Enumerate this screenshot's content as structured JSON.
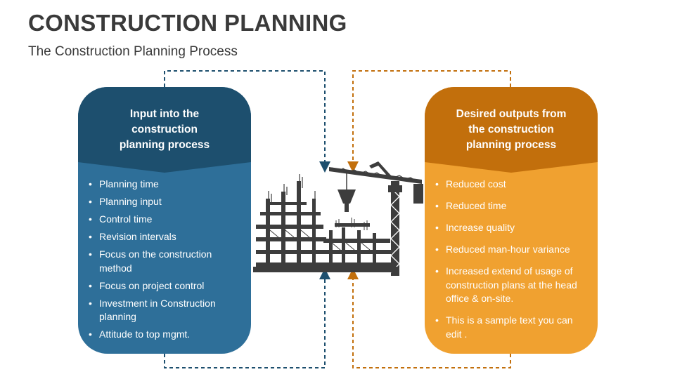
{
  "header": {
    "title": "CONSTRUCTION PLANNING",
    "subtitle": "The Construction Planning Process"
  },
  "input_card": {
    "heading": "Input into the\nconstruction\nplanning process",
    "items": [
      "Planning time",
      "Planning input",
      "Control time",
      "Revision intervals",
      "Focus on the construction method",
      "Focus on project control",
      "Investment in Construction planning",
      "Attitude to top mgmt."
    ]
  },
  "output_card": {
    "heading": "Desired outputs from\nthe construction\nplanning process",
    "items": [
      "Reduced cost",
      "Reduced time",
      "Increase quality",
      "Reduced man-hour variance",
      "Increased extend of usage of construction plans at the head office & on-site.",
      "This is a sample text you can edit ."
    ]
  },
  "bullet_glyph": "•",
  "colors": {
    "input_dark": "#1d4f6e",
    "input_light": "#2e6f99",
    "output_dark": "#c26f0c",
    "output_light": "#f0a130",
    "title": "#3a3a3a",
    "illustration": "#3d3d3d"
  },
  "icons": {
    "illustration": "building-under-construction-with-crane-icon"
  }
}
